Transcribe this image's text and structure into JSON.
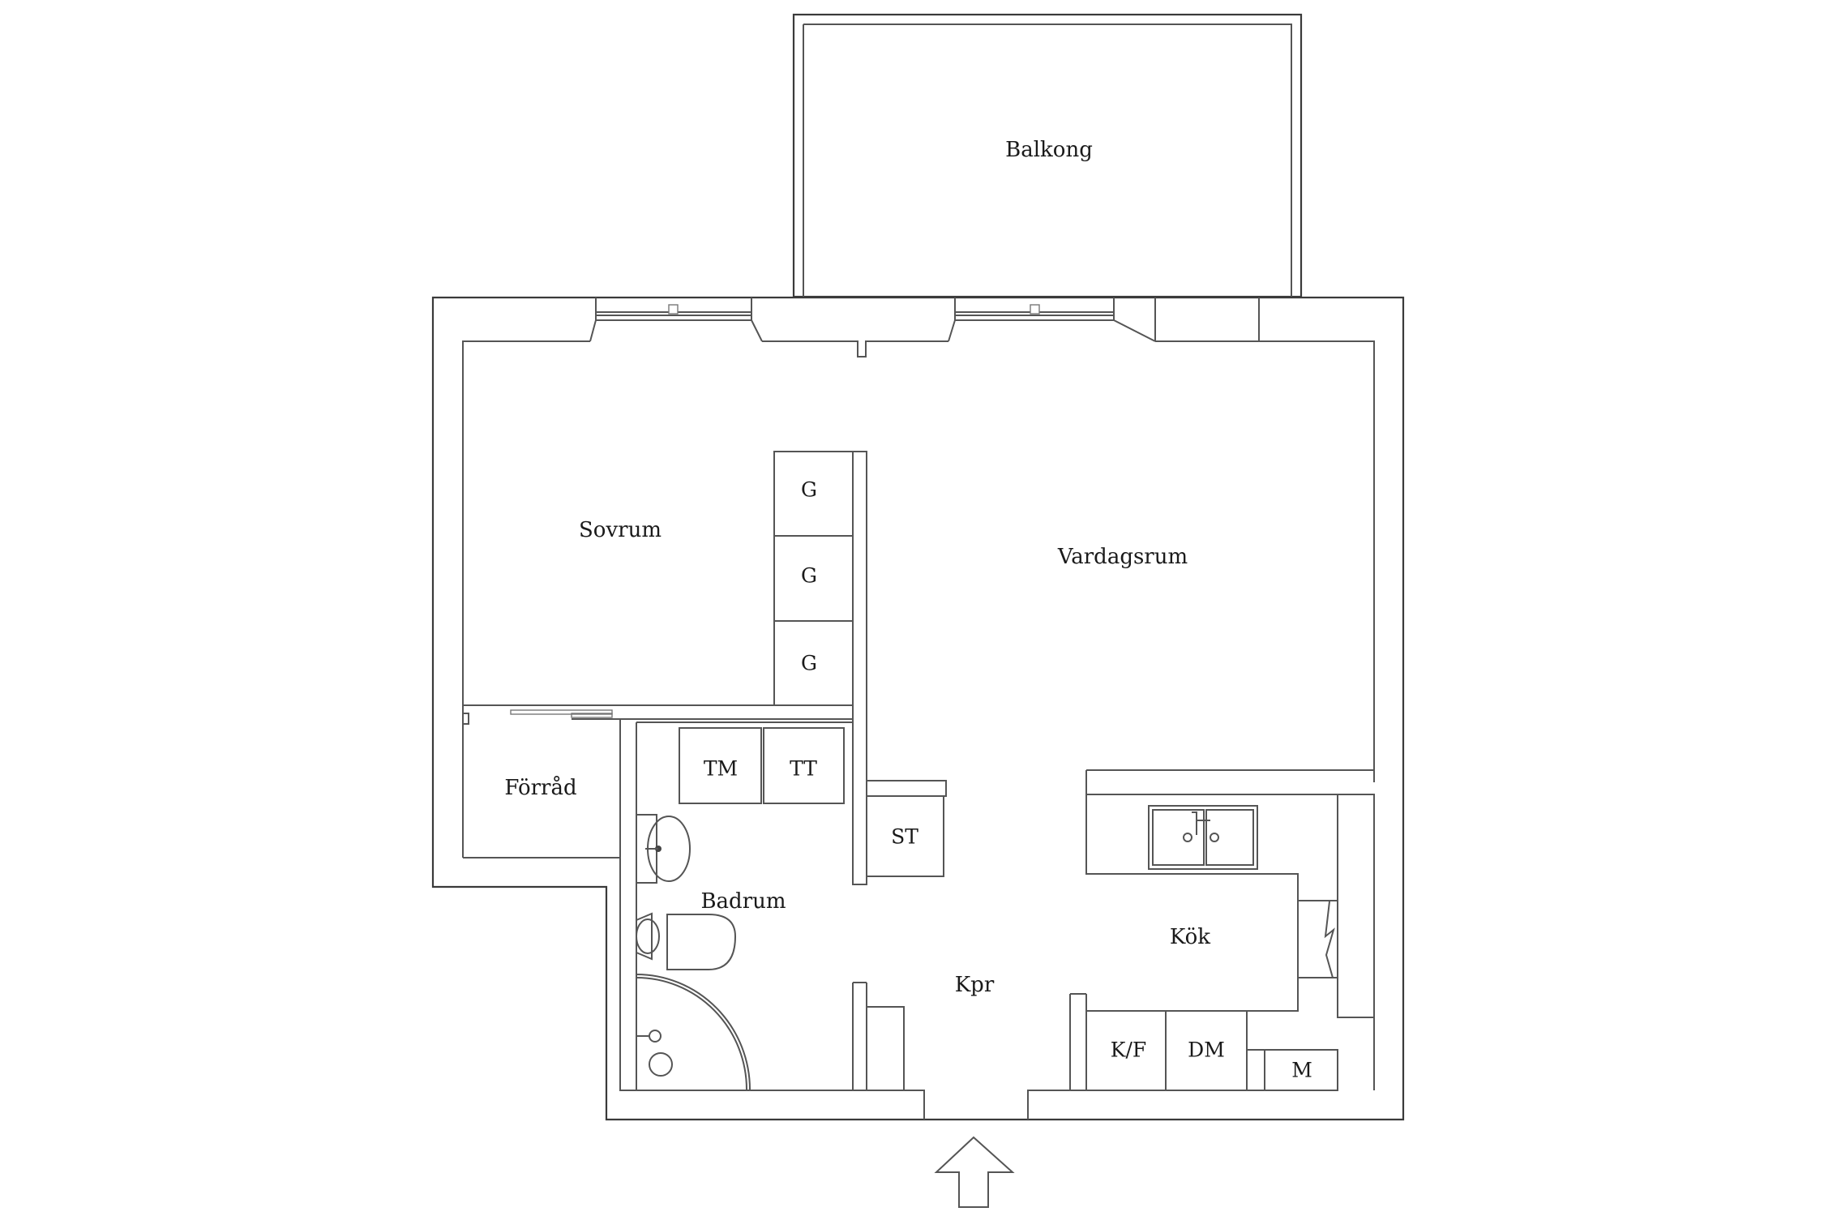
{
  "rooms": {
    "balkong": "Balkong",
    "sovrum": "Sovrum",
    "vardagsrum": "Vardagsrum",
    "forrad": "Förråd",
    "badrum": "Badrum",
    "kok": "Kök",
    "kpr": "Kpr"
  },
  "fixtures": {
    "wardrobe_1": "G",
    "wardrobe_2": "G",
    "wardrobe_3": "G",
    "dryer_tm": "TM",
    "dryer_tt": "TT",
    "closet_st": "ST",
    "fridge_freezer": "K/F",
    "dishwasher": "DM",
    "microwave": "M"
  },
  "colors": {
    "line": "#555555",
    "text": "#1a1a1a",
    "background": "#ffffff"
  },
  "icons": {
    "entrance": "entrance-arrow-icon"
  }
}
